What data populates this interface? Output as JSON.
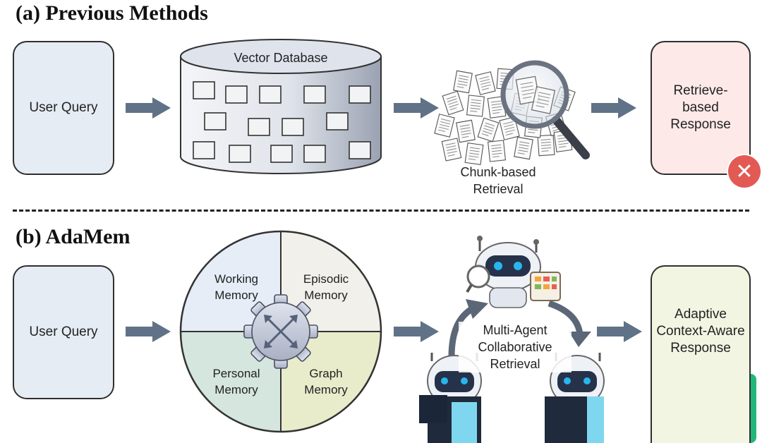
{
  "section_a": {
    "title": "(a) Previous Methods",
    "user_query": "User Query",
    "database_label": "Vector Database",
    "retrieval_label_line1": "Chunk-based",
    "retrieval_label_line2": "Retrieval",
    "response_line1": "Retrieve-",
    "response_line2": "based",
    "response_line3": "Response",
    "fail_badge": "✕"
  },
  "section_b": {
    "title": "(b) AdaMem",
    "user_query": "User Query",
    "memory": {
      "working_line1": "Working",
      "working_line2": "Memory",
      "episodic_line1": "Episodic",
      "episodic_line2": "Memory",
      "personal_line1": "Personal",
      "personal_line2": "Memory",
      "graph_line1": "Graph",
      "graph_line2": "Memory"
    },
    "agents_line1": "Multi-Agent",
    "agents_line2": "Collaborative",
    "agents_line3": "Retrieval",
    "response_line1": "Adaptive",
    "response_line2": "Context-Aware",
    "response_line3": "Response"
  },
  "colors": {
    "query_fill": "#e5ecf4",
    "bad_response_fill": "#fde9e8",
    "good_response_fill": "#f3f5e3",
    "arrow": "#5f7287",
    "working_quadrant": "#e6edf6",
    "episodic_quadrant": "#f1f0ea",
    "personal_quadrant": "#d4e6dd",
    "graph_quadrant": "#e8eccb",
    "fail_badge": "#e35a55",
    "robot_eyes": "#27b6ee"
  },
  "icons": [
    "arrow-right-icon",
    "database-icon",
    "magnifier-icon",
    "document-icon",
    "gear-icon",
    "robot-icon",
    "x-circle-icon"
  ]
}
